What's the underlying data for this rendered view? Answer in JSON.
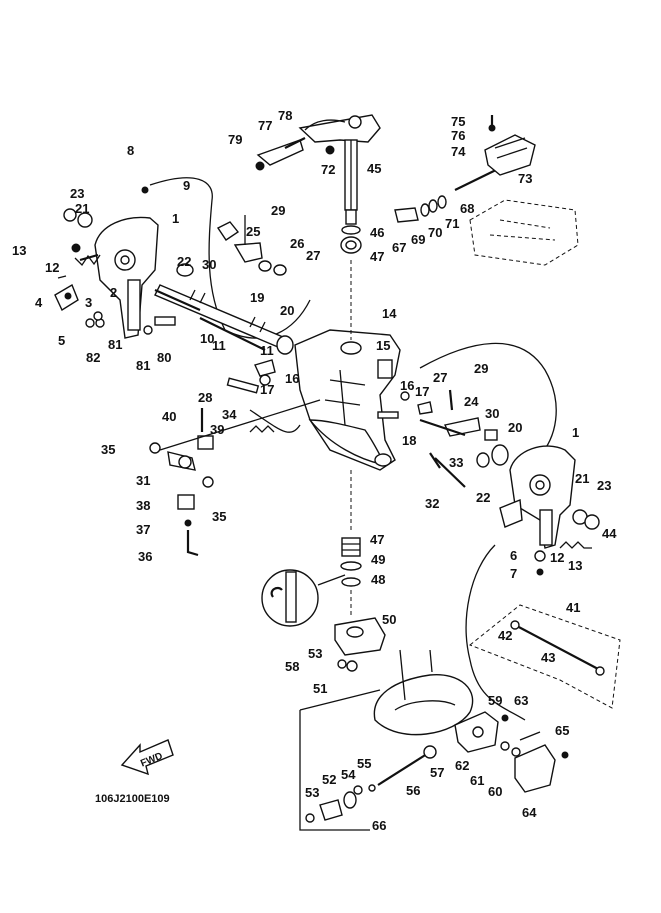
{
  "diagram": {
    "drawing_code": "106J2100E109",
    "fwd_label": "FWD",
    "labels": [
      {
        "t": "1"
      },
      {
        "t": "1"
      },
      {
        "t": "2"
      },
      {
        "t": "3"
      },
      {
        "t": "4"
      },
      {
        "t": "5"
      },
      {
        "t": "6"
      },
      {
        "t": "7"
      },
      {
        "t": "8"
      },
      {
        "t": "9"
      },
      {
        "t": "10"
      },
      {
        "t": "11"
      },
      {
        "t": "11"
      },
      {
        "t": "12"
      },
      {
        "t": "12"
      },
      {
        "t": "13"
      },
      {
        "t": "13"
      },
      {
        "t": "14"
      },
      {
        "t": "15"
      },
      {
        "t": "16"
      },
      {
        "t": "16"
      },
      {
        "t": "17"
      },
      {
        "t": "17"
      },
      {
        "t": "18"
      },
      {
        "t": "19"
      },
      {
        "t": "20"
      },
      {
        "t": "20"
      },
      {
        "t": "21"
      },
      {
        "t": "21"
      },
      {
        "t": "22"
      },
      {
        "t": "22"
      },
      {
        "t": "23"
      },
      {
        "t": "23"
      },
      {
        "t": "24"
      },
      {
        "t": "25"
      },
      {
        "t": "26"
      },
      {
        "t": "27"
      },
      {
        "t": "27"
      },
      {
        "t": "28"
      },
      {
        "t": "29"
      },
      {
        "t": "29"
      },
      {
        "t": "30"
      },
      {
        "t": "30"
      },
      {
        "t": "31"
      },
      {
        "t": "32"
      },
      {
        "t": "33"
      },
      {
        "t": "34"
      },
      {
        "t": "35"
      },
      {
        "t": "35"
      },
      {
        "t": "36"
      },
      {
        "t": "37"
      },
      {
        "t": "38"
      },
      {
        "t": "39"
      },
      {
        "t": "40"
      },
      {
        "t": "41"
      },
      {
        "t": "42"
      },
      {
        "t": "43"
      },
      {
        "t": "44"
      },
      {
        "t": "45"
      },
      {
        "t": "46"
      },
      {
        "t": "47"
      },
      {
        "t": "47"
      },
      {
        "t": "48"
      },
      {
        "t": "49"
      },
      {
        "t": "50"
      },
      {
        "t": "51"
      },
      {
        "t": "52"
      },
      {
        "t": "53"
      },
      {
        "t": "53"
      },
      {
        "t": "54"
      },
      {
        "t": "55"
      },
      {
        "t": "56"
      },
      {
        "t": "57"
      },
      {
        "t": "58"
      },
      {
        "t": "59"
      },
      {
        "t": "60"
      },
      {
        "t": "61"
      },
      {
        "t": "62"
      },
      {
        "t": "63"
      },
      {
        "t": "64"
      },
      {
        "t": "65"
      },
      {
        "t": "66"
      },
      {
        "t": "67"
      },
      {
        "t": "68"
      },
      {
        "t": "69"
      },
      {
        "t": "70"
      },
      {
        "t": "71"
      },
      {
        "t": "72"
      },
      {
        "t": "73"
      },
      {
        "t": "74"
      },
      {
        "t": "75"
      },
      {
        "t": "76"
      },
      {
        "t": "77"
      },
      {
        "t": "78"
      },
      {
        "t": "79"
      },
      {
        "t": "80"
      },
      {
        "t": "81"
      },
      {
        "t": "81"
      },
      {
        "t": "82"
      }
    ]
  }
}
